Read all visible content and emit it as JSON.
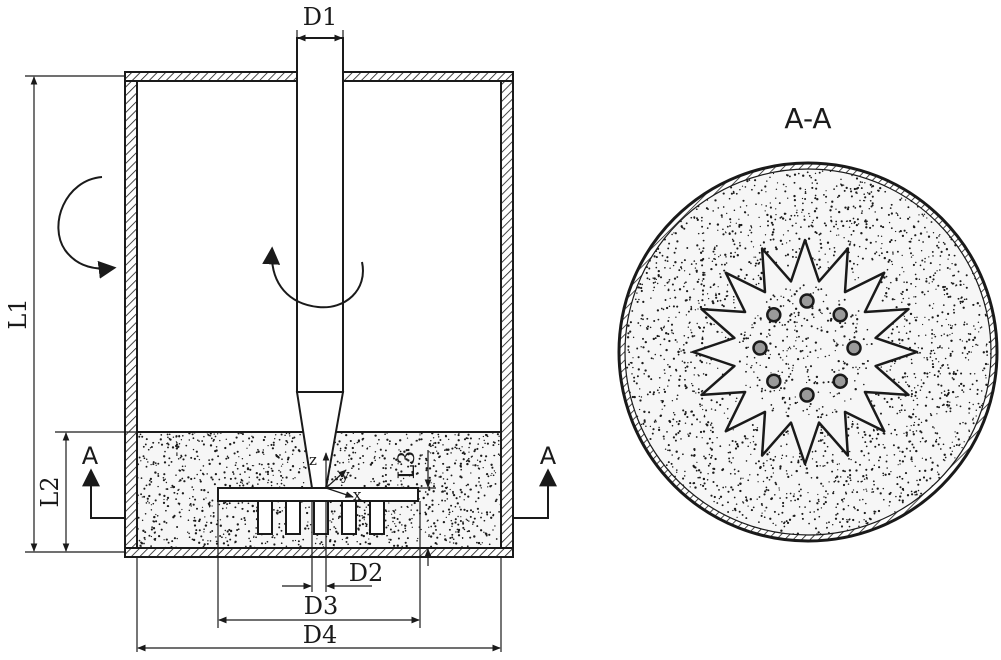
{
  "labels": {
    "d1": "D1",
    "d2": "D2",
    "d3": "D3",
    "d4": "D4",
    "l1": "L1",
    "l2": "L2",
    "l3": "L3",
    "section_left": "A",
    "section_right": "A",
    "section_title": "A-A",
    "axis_x": "x",
    "axis_y": "y",
    "axis_z": "z"
  },
  "colors": {
    "ink": "#1a1a1a",
    "powder": "#f6f6f6",
    "background": "#ffffff"
  },
  "counts": {
    "pins": 5,
    "star_points": 16,
    "holes": 8
  }
}
